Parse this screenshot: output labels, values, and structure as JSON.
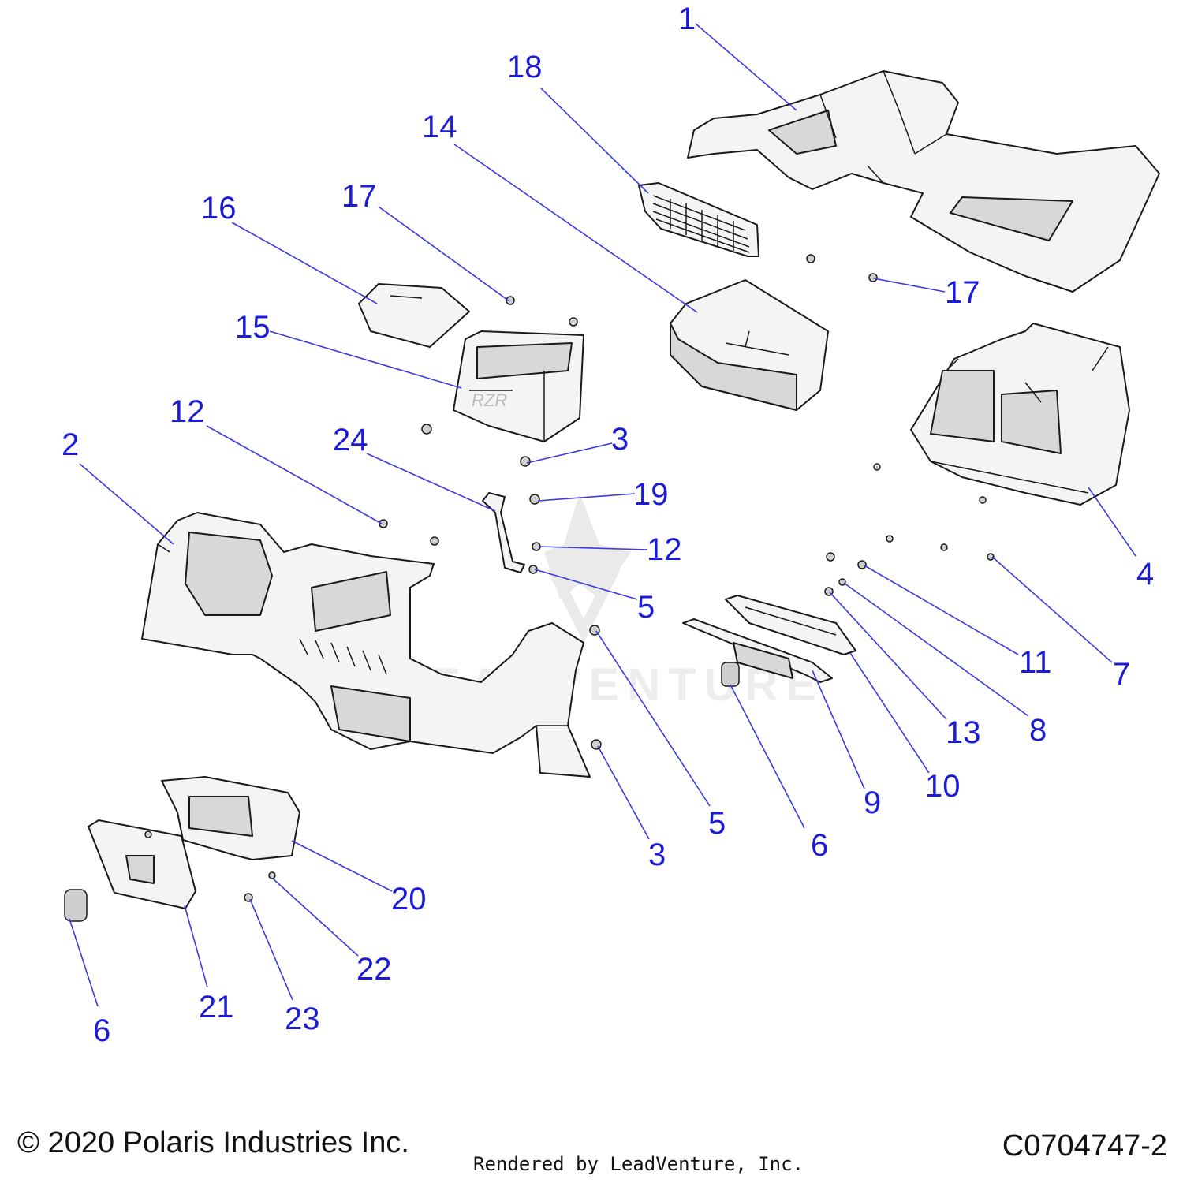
{
  "footer": {
    "copyright": "© 2020 Polaris Industries Inc.",
    "diagram_id": "C0704747-2",
    "rendered_by": "Rendered by LeadVenture, Inc."
  },
  "watermark": {
    "text": "LEADVENTURE"
  },
  "colors": {
    "callout": "#1c1cd8",
    "leader": "#3a3ae0",
    "part_fill": "#f4f4f4",
    "outline": "#1a1a1a"
  },
  "callouts": [
    {
      "label": "1"
    },
    {
      "label": "18"
    },
    {
      "label": "14"
    },
    {
      "label": "17"
    },
    {
      "label": "16"
    },
    {
      "label": "17"
    },
    {
      "label": "15"
    },
    {
      "label": "12"
    },
    {
      "label": "2"
    },
    {
      "label": "24"
    },
    {
      "label": "3"
    },
    {
      "label": "19"
    },
    {
      "label": "12"
    },
    {
      "label": "5"
    },
    {
      "label": "4"
    },
    {
      "label": "11"
    },
    {
      "label": "7"
    },
    {
      "label": "13"
    },
    {
      "label": "8"
    },
    {
      "label": "10"
    },
    {
      "label": "9"
    },
    {
      "label": "6"
    },
    {
      "label": "5"
    },
    {
      "label": "3"
    },
    {
      "label": "20"
    },
    {
      "label": "22"
    },
    {
      "label": "21"
    },
    {
      "label": "23"
    },
    {
      "label": "6"
    }
  ]
}
